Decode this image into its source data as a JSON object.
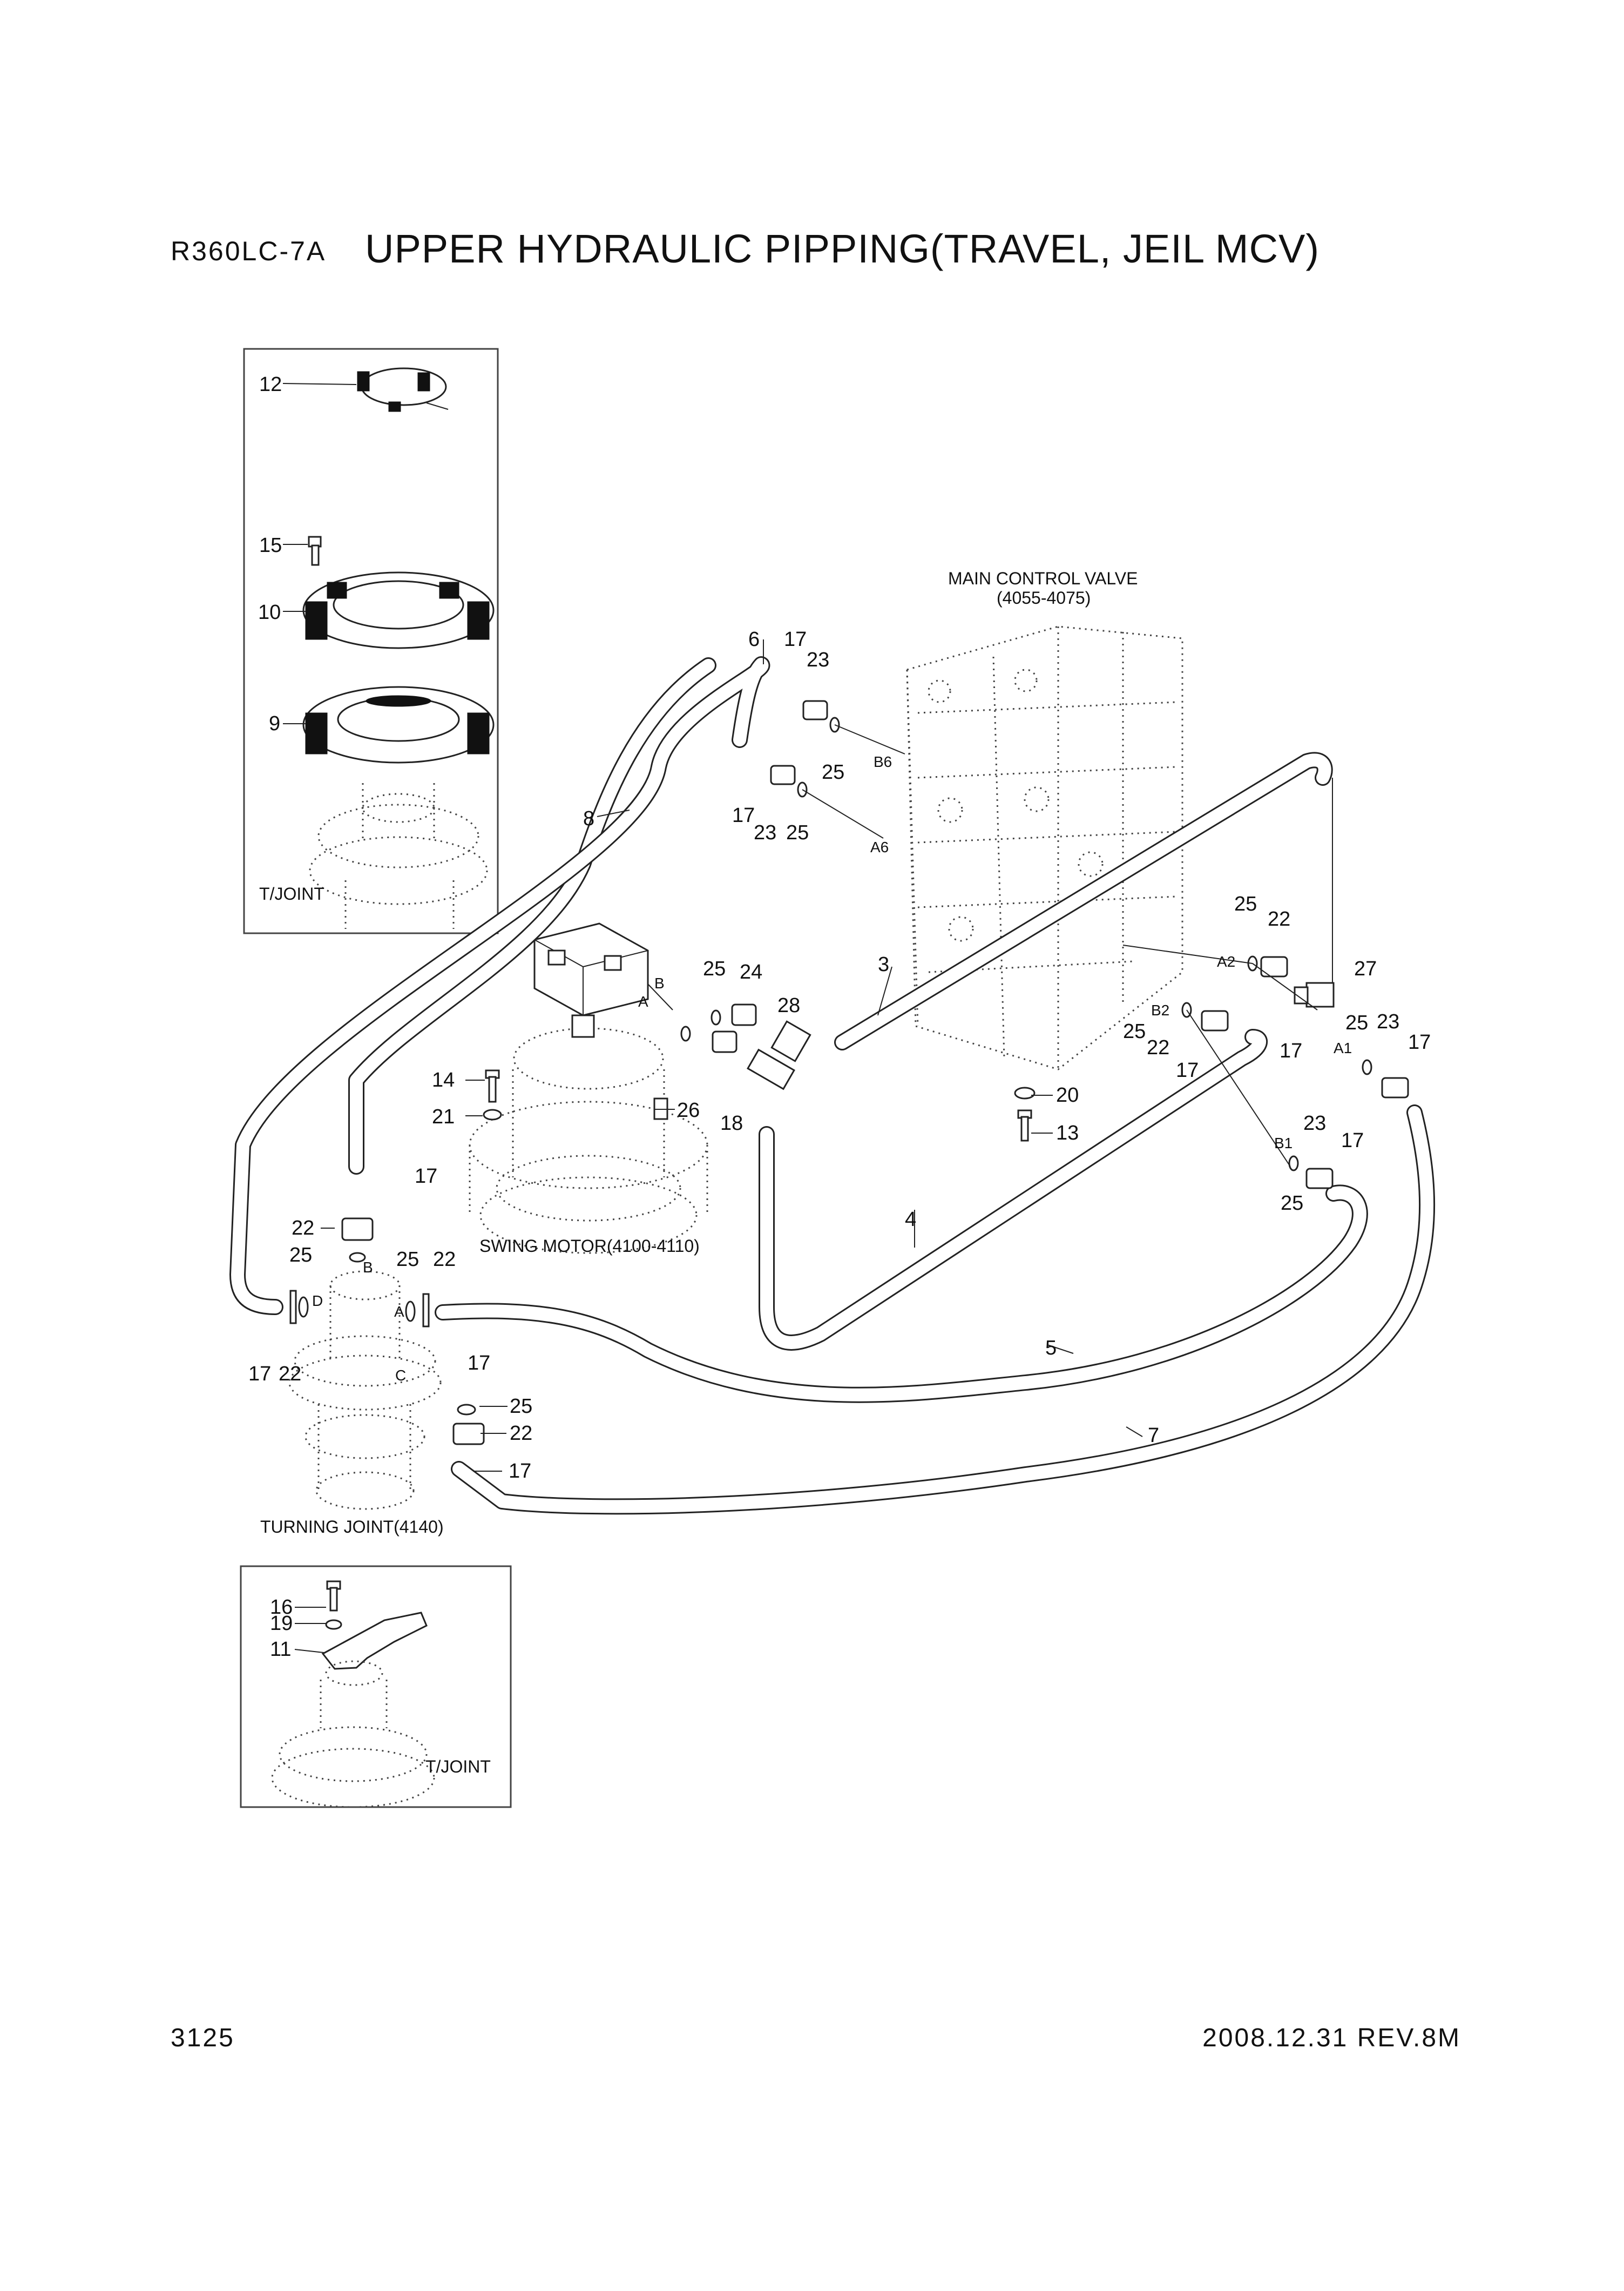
{
  "header": {
    "model": "R360LC-7A",
    "title": "UPPER HYDRAULIC PIPPING(TRAVEL, JEIL MCV)"
  },
  "footer": {
    "page_number": "3125",
    "revision": "2008.12.31  REV.8M"
  },
  "component_labels": {
    "main_control_valve_line1": "MAIN CONTROL VALVE",
    "main_control_valve_line2": "(4055-4075)",
    "swing_motor": "SWING MOTOR(4100-4110)",
    "turning_joint": "TURNING JOINT(4140)",
    "tjoint_top": "T/JOINT",
    "tjoint_bottom": "T/JOINT"
  },
  "callouts": {
    "inset_top": [
      "12",
      "15",
      "10",
      "9"
    ],
    "inset_bottom": [
      "16",
      "19",
      "11"
    ],
    "hoses": [
      "3",
      "4",
      "5",
      "6",
      "7",
      "8"
    ],
    "mcv_top": [
      "17",
      "23",
      "25",
      "17",
      "23",
      "25"
    ],
    "mcv_right": [
      "25",
      "22",
      "27",
      "17",
      "25",
      "23",
      "17",
      "25",
      "22",
      "17",
      "23",
      "17",
      "25"
    ],
    "swing": [
      "25",
      "24",
      "28",
      "18",
      "14",
      "21",
      "26",
      "20",
      "13"
    ],
    "joint": [
      "17",
      "22",
      "25",
      "25",
      "22",
      "17",
      "22",
      "17",
      "25",
      "22",
      "17"
    ]
  },
  "ports": [
    "A",
    "B",
    "A",
    "B",
    "C",
    "D",
    "A1",
    "A2",
    "A6",
    "B1",
    "B2",
    "B6"
  ]
}
